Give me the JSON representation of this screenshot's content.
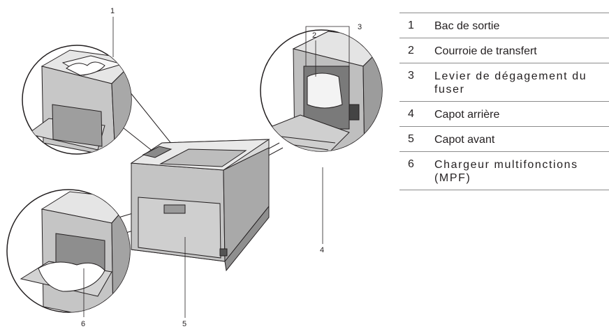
{
  "callouts": [
    "1",
    "2",
    "3",
    "4",
    "5",
    "6"
  ],
  "legend": [
    {
      "number": "1",
      "label": "Bac de sortie"
    },
    {
      "number": "2",
      "label": "Courroie de transfert"
    },
    {
      "number": "3",
      "label": "Levier de dégagement du fuser"
    },
    {
      "number": "4",
      "label": "Capot arrière"
    },
    {
      "number": "5",
      "label": "Capot avant"
    },
    {
      "number": "6",
      "label": "Chargeur multifonctions (MPF)"
    }
  ]
}
